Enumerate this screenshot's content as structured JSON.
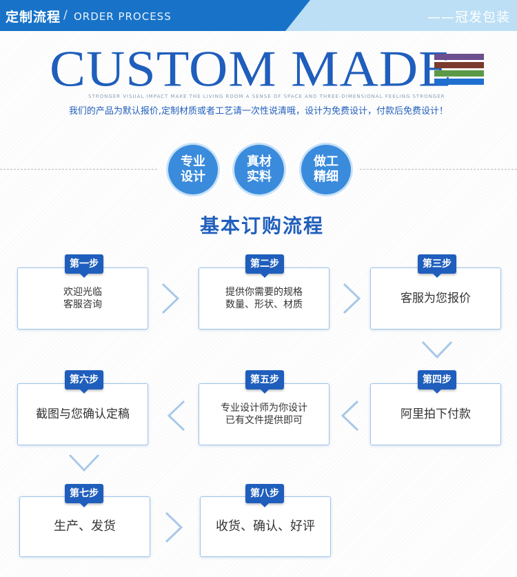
{
  "header": {
    "title_cn": "定制流程",
    "separator": "/",
    "title_en": "ORDER PROCESS",
    "right_text": "——冠发包装"
  },
  "hero": {
    "title": "CUSTOM MADE",
    "subtitle_en": "STRONGER VISUAL IMPACT MAKE THE LIVING ROOM A SENSE OF SPACE AND THREE-DIMENSIONAL FEELING STRONGER",
    "intro": "我们的产品为默认报价,定制材质或者工艺请一次性说清哦，设计为免费设计，付款后免费设计！",
    "strip_colors": [
      "#6c4f8f",
      "#7a3a2d",
      "#5a9a46",
      "#1f6fd0"
    ]
  },
  "badges": [
    {
      "line1": "专业",
      "line2": "设计"
    },
    {
      "line1": "真材",
      "line2": "实料"
    },
    {
      "line1": "做工",
      "line2": "精细"
    }
  ],
  "section_title": "基本订购流程",
  "steps": [
    {
      "tag": "第一步",
      "line1": "欢迎光临",
      "line2": "客服咨询"
    },
    {
      "tag": "第二步",
      "line1": "提供你需要的规格",
      "line2": "数量、形状、材质"
    },
    {
      "tag": "第三步",
      "line1": "客服为您报价",
      "line2": ""
    },
    {
      "tag": "第四步",
      "line1": "阿里拍下付款",
      "line2": ""
    },
    {
      "tag": "第五步",
      "line1": "专业设计师为你设计",
      "line2": "已有文件提供即可"
    },
    {
      "tag": "第六步",
      "line1": "截图与您确认定稿",
      "line2": ""
    },
    {
      "tag": "第七步",
      "line1": "生产、发货",
      "line2": ""
    },
    {
      "tag": "第八步",
      "line1": "收货、确认、好评",
      "line2": ""
    }
  ],
  "colors": {
    "accent": "#1f5ebc",
    "circle": "#3a8bdc",
    "arrow": "#a8c8e8"
  }
}
